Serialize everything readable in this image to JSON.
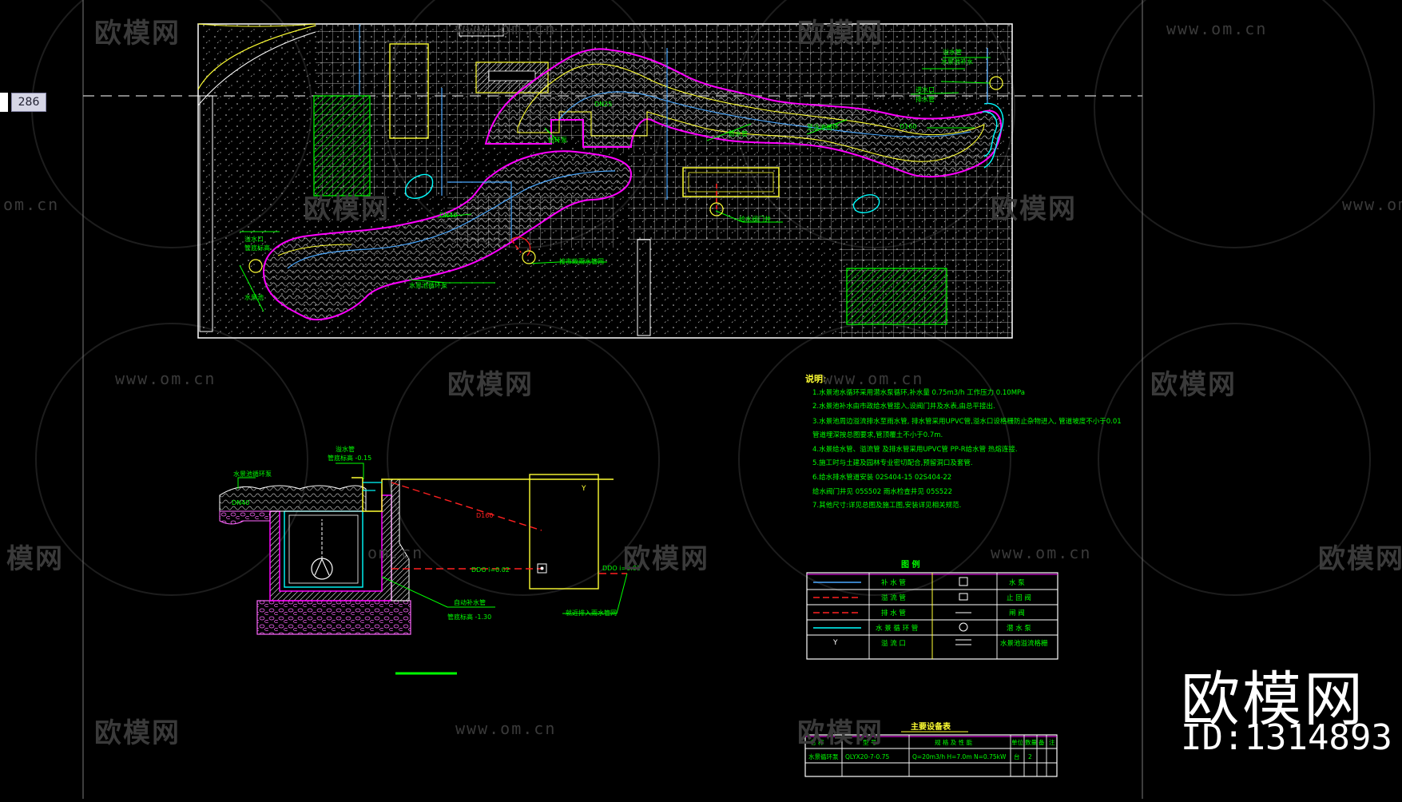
{
  "viewer": {
    "coordinate_readout": "286"
  },
  "watermark": {
    "brand": "欧模网",
    "url": "www.om.cn",
    "partial_url": "om.cn",
    "partial_brand": "模网"
  },
  "corner_brand": {
    "name": "欧模网",
    "id": "ID:1314893"
  },
  "plan": {
    "labels": [
      "溢水口",
      "管底标高",
      "水景池",
      "D160",
      "循环泵",
      "给水管",
      "进水口",
      "排水管",
      "DN40",
      "DN25",
      "接市政雨水管网",
      "水景池循环泵",
      "至泳池循环",
      "给水阀门井",
      "溢水管",
      "水景池补水"
    ]
  },
  "section": {
    "labels": [
      "溢水管",
      "管底标高 -0.15",
      "水景池循环泵",
      "DN40",
      "自动补水管",
      "管底标高 -1.30",
      "D160",
      "DDO i=0.02",
      "DDO i=0.01",
      "就近排入雨水管网",
      "Y"
    ]
  },
  "notes": {
    "title": "说明:",
    "items": [
      "1.水景池水循环采用潜水泵循环,补水量 0.75m3/h 工作压力 0.10MPa",
      "2.水景池补水由市政给水管接入,设阀门井及水表,由总平接出.",
      "3.水景池周边溢流排水至雨水管, 排水管采用UPVC管,溢水口设格栅防止杂物进入, 管道坡度不小于0.01",
      "   管道埋深按总图要求,管顶覆土不小于0.7m.",
      "4.水景给水管、溢流管 及排水管采用UPVC管 PP-R给水管 热熔连接.",
      "5.施工时与土建及园林专业密切配合,预留洞口及套管.",
      "6.给水排水管道安装 02S404-15 02S404-22",
      "  给水阀门井见 05S502   雨水检查井见 05S522",
      "7.其他尺寸:详见总图及施工图,安装详见相关规范."
    ]
  },
  "legend": {
    "title": "图        例",
    "rows": [
      {
        "line_label": "补 水 管",
        "symbol_label": "水   泵"
      },
      {
        "line_label": "溢 流 管",
        "symbol_label": "止 回 阀"
      },
      {
        "line_label": "排 水 管",
        "symbol_label": "闸   阀"
      },
      {
        "line_label": "水 景 循 环 管",
        "symbol_label": "潜 水 泵"
      },
      {
        "line_label": "溢 流 口",
        "symbol_label": "水景池溢流格栅"
      }
    ]
  },
  "equipment": {
    "title": "主要设备表",
    "headers": [
      "名  称",
      "型  号",
      "规 格 及 性 能",
      "单位",
      "数量",
      "备",
      "注"
    ],
    "row": [
      "水景循环泵",
      "QLYX20-7-0.75",
      "Q=20m3/h H=7.0m N=0.75kW",
      "台",
      "2",
      "",
      ""
    ]
  },
  "colors": {
    "background": "#000000",
    "white_line": "#ffffff",
    "magenta": "#ff00ff",
    "green": "#00ff00",
    "yellow": "#ffff00",
    "cyan": "#00ffff",
    "red": "#ff2020",
    "blue": "#4aa8ff",
    "watermark": "#3a3a3a"
  }
}
